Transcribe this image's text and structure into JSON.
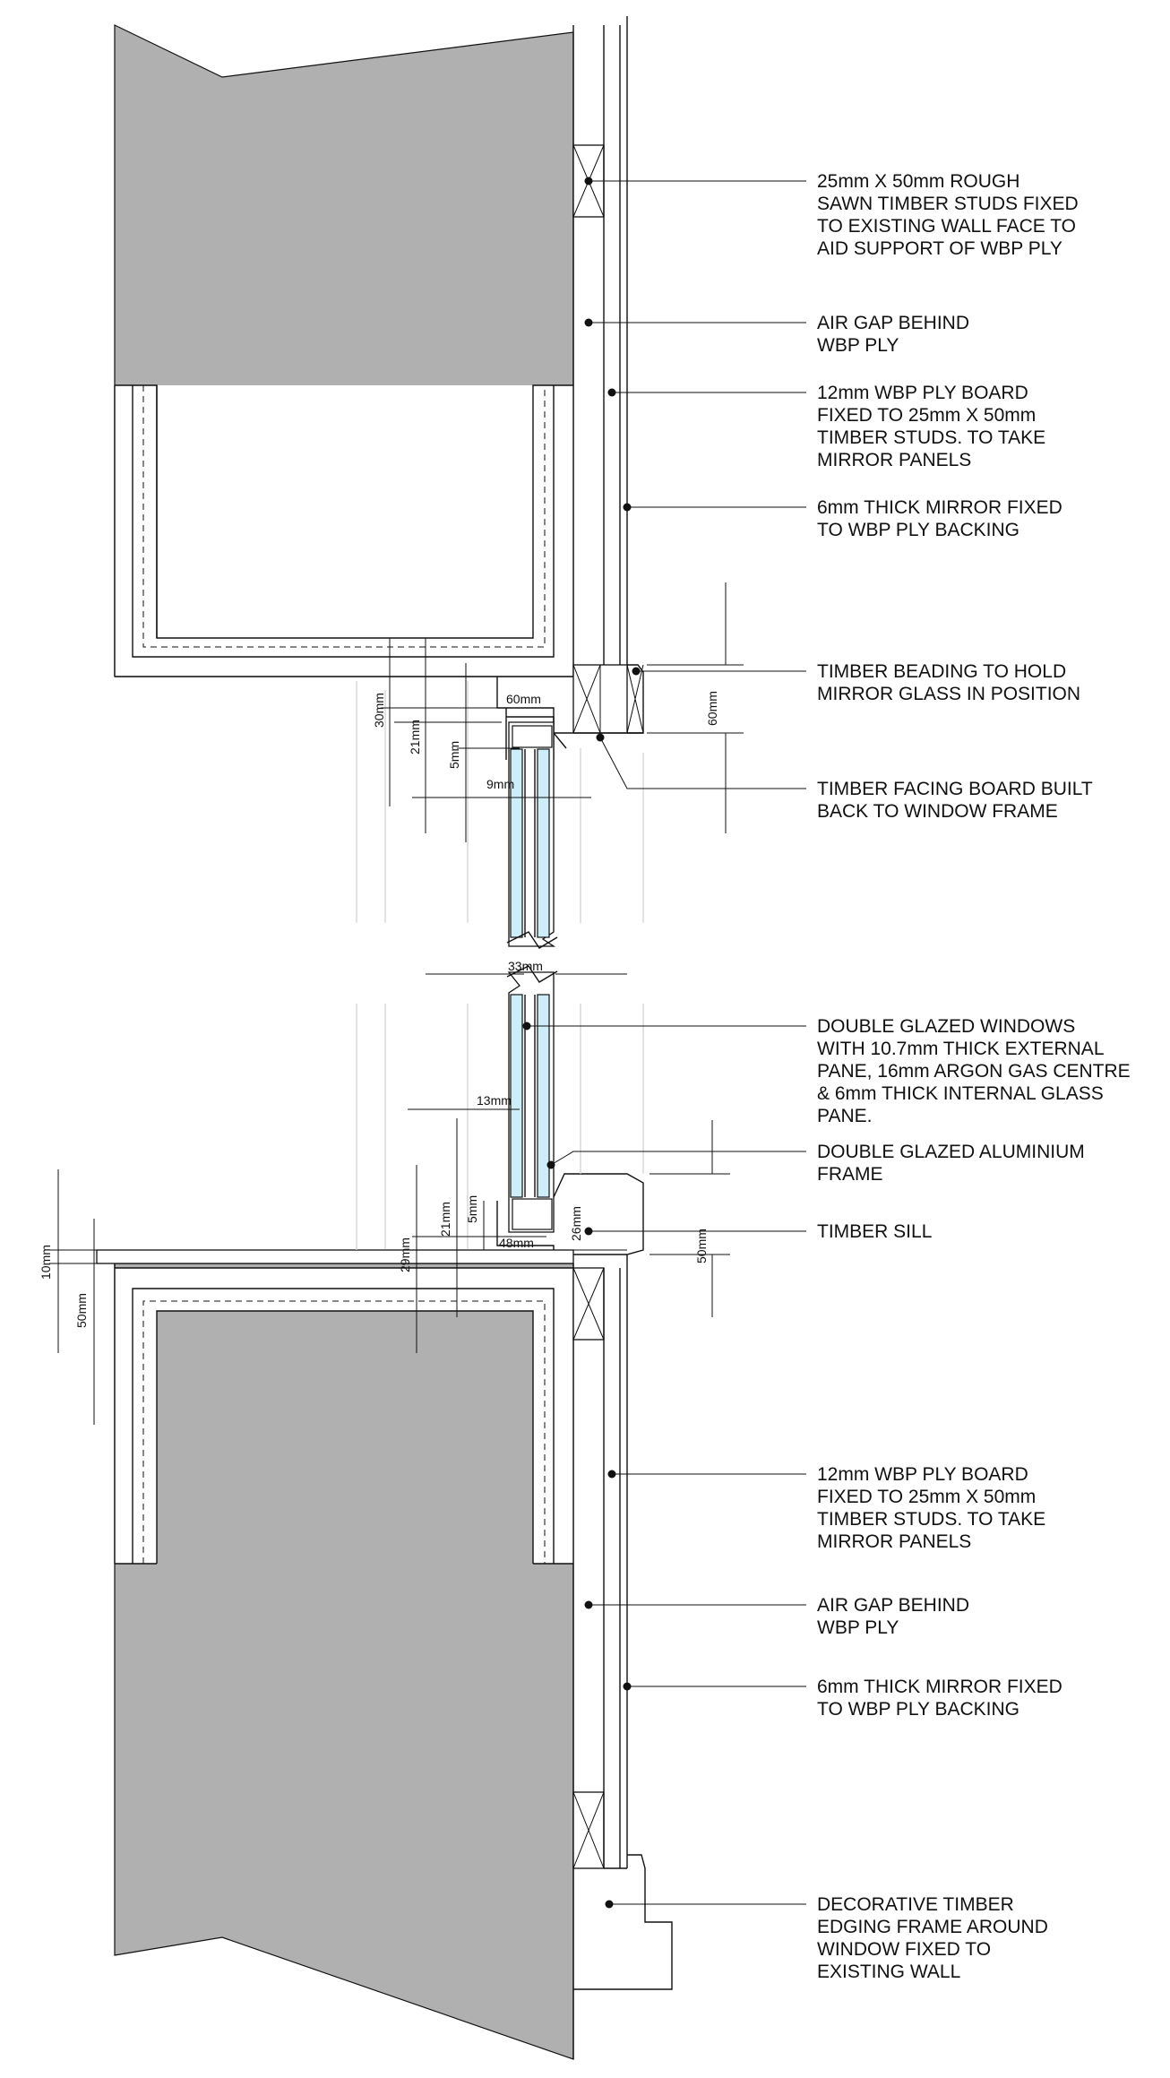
{
  "colors": {
    "masonry": "#b0b0b0",
    "glass": "#cdeef8",
    "line": "#111111",
    "background": "#ffffff"
  },
  "annotations": [
    {
      "id": "studs",
      "lines": [
        "25mm X 50mm ROUGH",
        "SAWN TIMBER STUDS FIXED",
        "TO EXISTING WALL FACE TO",
        "AID SUPPORT OF WBP PLY"
      ]
    },
    {
      "id": "air-gap-top",
      "lines": [
        "AIR GAP BEHIND",
        "WBP PLY"
      ]
    },
    {
      "id": "ply-top",
      "lines": [
        "12mm WBP PLY BOARD",
        "FIXED TO 25mm X 50mm",
        "TIMBER STUDS. TO TAKE",
        "MIRROR PANELS"
      ]
    },
    {
      "id": "mirror-top",
      "lines": [
        "6mm THICK MIRROR FIXED",
        "TO WBP PLY BACKING"
      ]
    },
    {
      "id": "beading",
      "lines": [
        "TIMBER BEADING TO HOLD",
        "MIRROR GLASS IN POSITION"
      ]
    },
    {
      "id": "facing-board",
      "lines": [
        "TIMBER FACING BOARD BUILT",
        "BACK TO WINDOW FRAME"
      ]
    },
    {
      "id": "double-glazed",
      "lines": [
        "DOUBLE GLAZED WINDOWS",
        "WITH 10.7mm THICK EXTERNAL",
        "PANE, 16mm ARGON GAS CENTRE",
        "& 6mm THICK INTERNAL GLASS",
        "PANE."
      ]
    },
    {
      "id": "alu-frame",
      "lines": [
        "DOUBLE GLAZED ALUMINIUM",
        "FRAME"
      ]
    },
    {
      "id": "sill",
      "lines": [
        "TIMBER SILL"
      ]
    },
    {
      "id": "ply-bottom",
      "lines": [
        "12mm WBP PLY BOARD",
        "FIXED TO 25mm X 50mm",
        "TIMBER STUDS. TO TAKE",
        "MIRROR PANELS"
      ]
    },
    {
      "id": "air-gap-bottom",
      "lines": [
        "AIR GAP BEHIND",
        "WBP PLY"
      ]
    },
    {
      "id": "mirror-bottom",
      "lines": [
        "6mm THICK MIRROR FIXED",
        "TO WBP PLY BACKING"
      ]
    },
    {
      "id": "edging-frame",
      "lines": [
        "DECORATIVE TIMBER",
        "EDGING FRAME AROUND",
        "WINDOW FIXED TO",
        "EXISTING WALL"
      ]
    }
  ],
  "dimensions": [
    {
      "id": "d-60mm-top",
      "text": "60mm"
    },
    {
      "id": "d-30mm",
      "text": "30mm"
    },
    {
      "id": "d-21mm-top",
      "text": "21mm"
    },
    {
      "id": "d-5mm-top",
      "text": "5mm"
    },
    {
      "id": "d-9mm",
      "text": "9mm"
    },
    {
      "id": "d-60mm-right",
      "text": "60mm"
    },
    {
      "id": "d-33mm",
      "text": "33mm"
    },
    {
      "id": "d-13mm",
      "text": "13mm"
    },
    {
      "id": "d-21mm-bottom",
      "text": "21mm"
    },
    {
      "id": "d-5mm-bottom",
      "text": "5mm"
    },
    {
      "id": "d-29mm",
      "text": "29mm"
    },
    {
      "id": "d-48mm",
      "text": "48mm"
    },
    {
      "id": "d-26mm",
      "text": "26mm"
    },
    {
      "id": "d-50mm-right",
      "text": "50mm"
    },
    {
      "id": "d-10mm",
      "text": "10mm"
    },
    {
      "id": "d-50mm-left",
      "text": "50mm"
    }
  ]
}
